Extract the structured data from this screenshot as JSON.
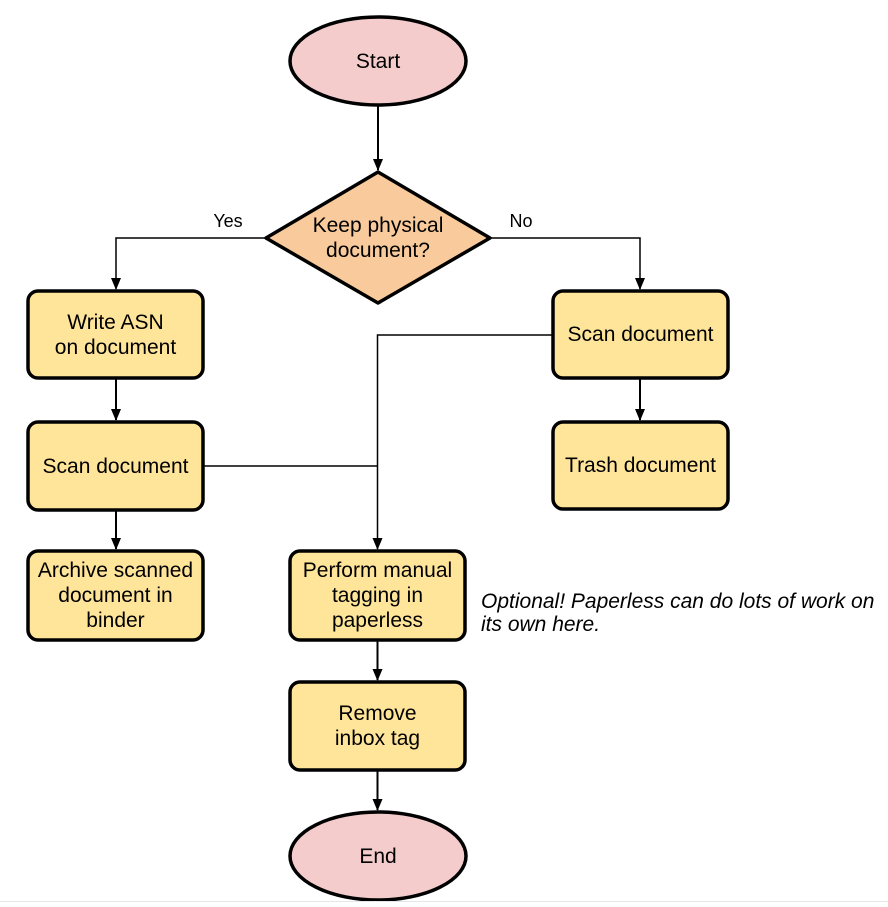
{
  "diagram": {
    "nodes": {
      "start": {
        "type": "terminator",
        "label": "Start"
      },
      "decision": {
        "type": "decision",
        "label": "Keep physical\ndocument?"
      },
      "write_asn": {
        "type": "process",
        "label": "Write ASN\non document"
      },
      "scan_left": {
        "type": "process",
        "label": "Scan document"
      },
      "archive": {
        "type": "process",
        "label": "Archive scanned\ndocument in\nbinder"
      },
      "scan_right": {
        "type": "process",
        "label": "Scan document"
      },
      "trash": {
        "type": "process",
        "label": "Trash document"
      },
      "tagging": {
        "type": "process",
        "label": "Perform manual\ntagging in\npaperless"
      },
      "remove_inbox": {
        "type": "process",
        "label": "Remove\ninbox tag"
      },
      "end": {
        "type": "terminator",
        "label": "End"
      }
    },
    "edge_labels": {
      "yes": "Yes",
      "no": "No"
    },
    "annotation": "Optional! Paperless can do lots of work on\nits own here.",
    "colors": {
      "terminator_fill": "#f4cccc",
      "decision_fill": "#f9cb9c",
      "process_fill": "#ffe599",
      "stroke": "#000000",
      "canvas_edge": "#e3e7ea"
    }
  }
}
